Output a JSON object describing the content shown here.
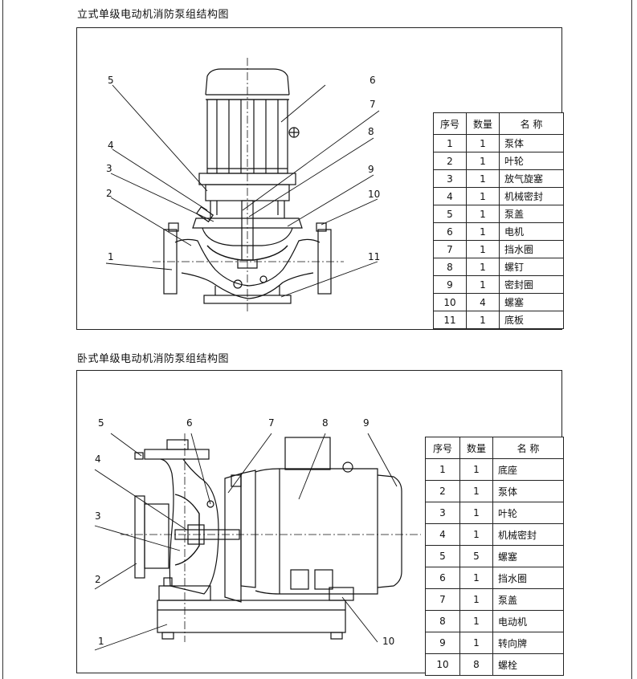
{
  "vertical": {
    "title": "立式单级电动机消防泵组结构图",
    "headers": [
      "序号",
      "数量",
      "名 称"
    ],
    "rows": [
      [
        "1",
        "1",
        "泵体"
      ],
      [
        "2",
        "1",
        "叶轮"
      ],
      [
        "3",
        "1",
        "放气旋塞"
      ],
      [
        "4",
        "1",
        "机械密封"
      ],
      [
        "5",
        "1",
        "泵盖"
      ],
      [
        "6",
        "1",
        "电机"
      ],
      [
        "7",
        "1",
        "挡水圈"
      ],
      [
        "8",
        "1",
        "螺钉"
      ],
      [
        "9",
        "1",
        "密封圈"
      ],
      [
        "10",
        "4",
        "螺塞"
      ],
      [
        "11",
        "1",
        "底板"
      ]
    ],
    "callouts": [
      "5",
      "6",
      "7",
      "8",
      "4",
      "3",
      "9",
      "2",
      "10",
      "1",
      "11"
    ]
  },
  "horizontal": {
    "title": "卧式单级电动机消防泵组结构图",
    "headers": [
      "序号",
      "数量",
      "名 称"
    ],
    "rows": [
      [
        "1",
        "1",
        "底座"
      ],
      [
        "2",
        "1",
        "泵体"
      ],
      [
        "3",
        "1",
        "叶轮"
      ],
      [
        "4",
        "1",
        "机械密封"
      ],
      [
        "5",
        "5",
        "螺塞"
      ],
      [
        "6",
        "1",
        "挡水圈"
      ],
      [
        "7",
        "1",
        "泵盖"
      ],
      [
        "8",
        "1",
        "电动机"
      ],
      [
        "9",
        "1",
        "转向牌"
      ],
      [
        "10",
        "8",
        "螺栓"
      ]
    ],
    "callouts": [
      "5",
      "6",
      "7",
      "8",
      "9",
      "4",
      "3",
      "2",
      "1",
      "10"
    ]
  }
}
